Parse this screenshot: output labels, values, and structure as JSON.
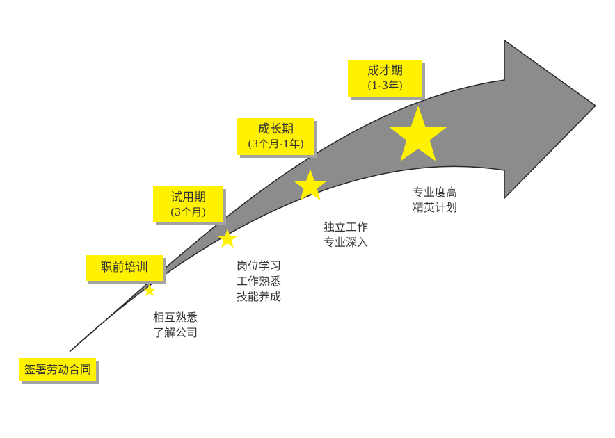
{
  "stages": [
    {
      "title": "签署劳动合同"
    },
    {
      "title": "职前培训"
    },
    {
      "title": "试用期",
      "subtitle": "(3个月)"
    },
    {
      "title": "成长期",
      "subtitle": "(3个月-1年)"
    },
    {
      "title": "成才期",
      "subtitle": "(1-3年)"
    }
  ],
  "descriptions": [
    {
      "lines": [
        "相互熟悉",
        "了解公司"
      ]
    },
    {
      "lines": [
        "岗位学习",
        "工作熟悉",
        "技能养成"
      ]
    },
    {
      "lines": [
        "独立工作",
        "专业深入"
      ]
    },
    {
      "lines": [
        "专业度高",
        "精英计划"
      ]
    }
  ],
  "colors": {
    "arrow": "#8c8c8d",
    "arrow_stroke": "#2a2a2a",
    "label_bg": "#fff200",
    "label_shadow": "#a3a3a3",
    "star": "#fff200",
    "text": "#333333"
  }
}
